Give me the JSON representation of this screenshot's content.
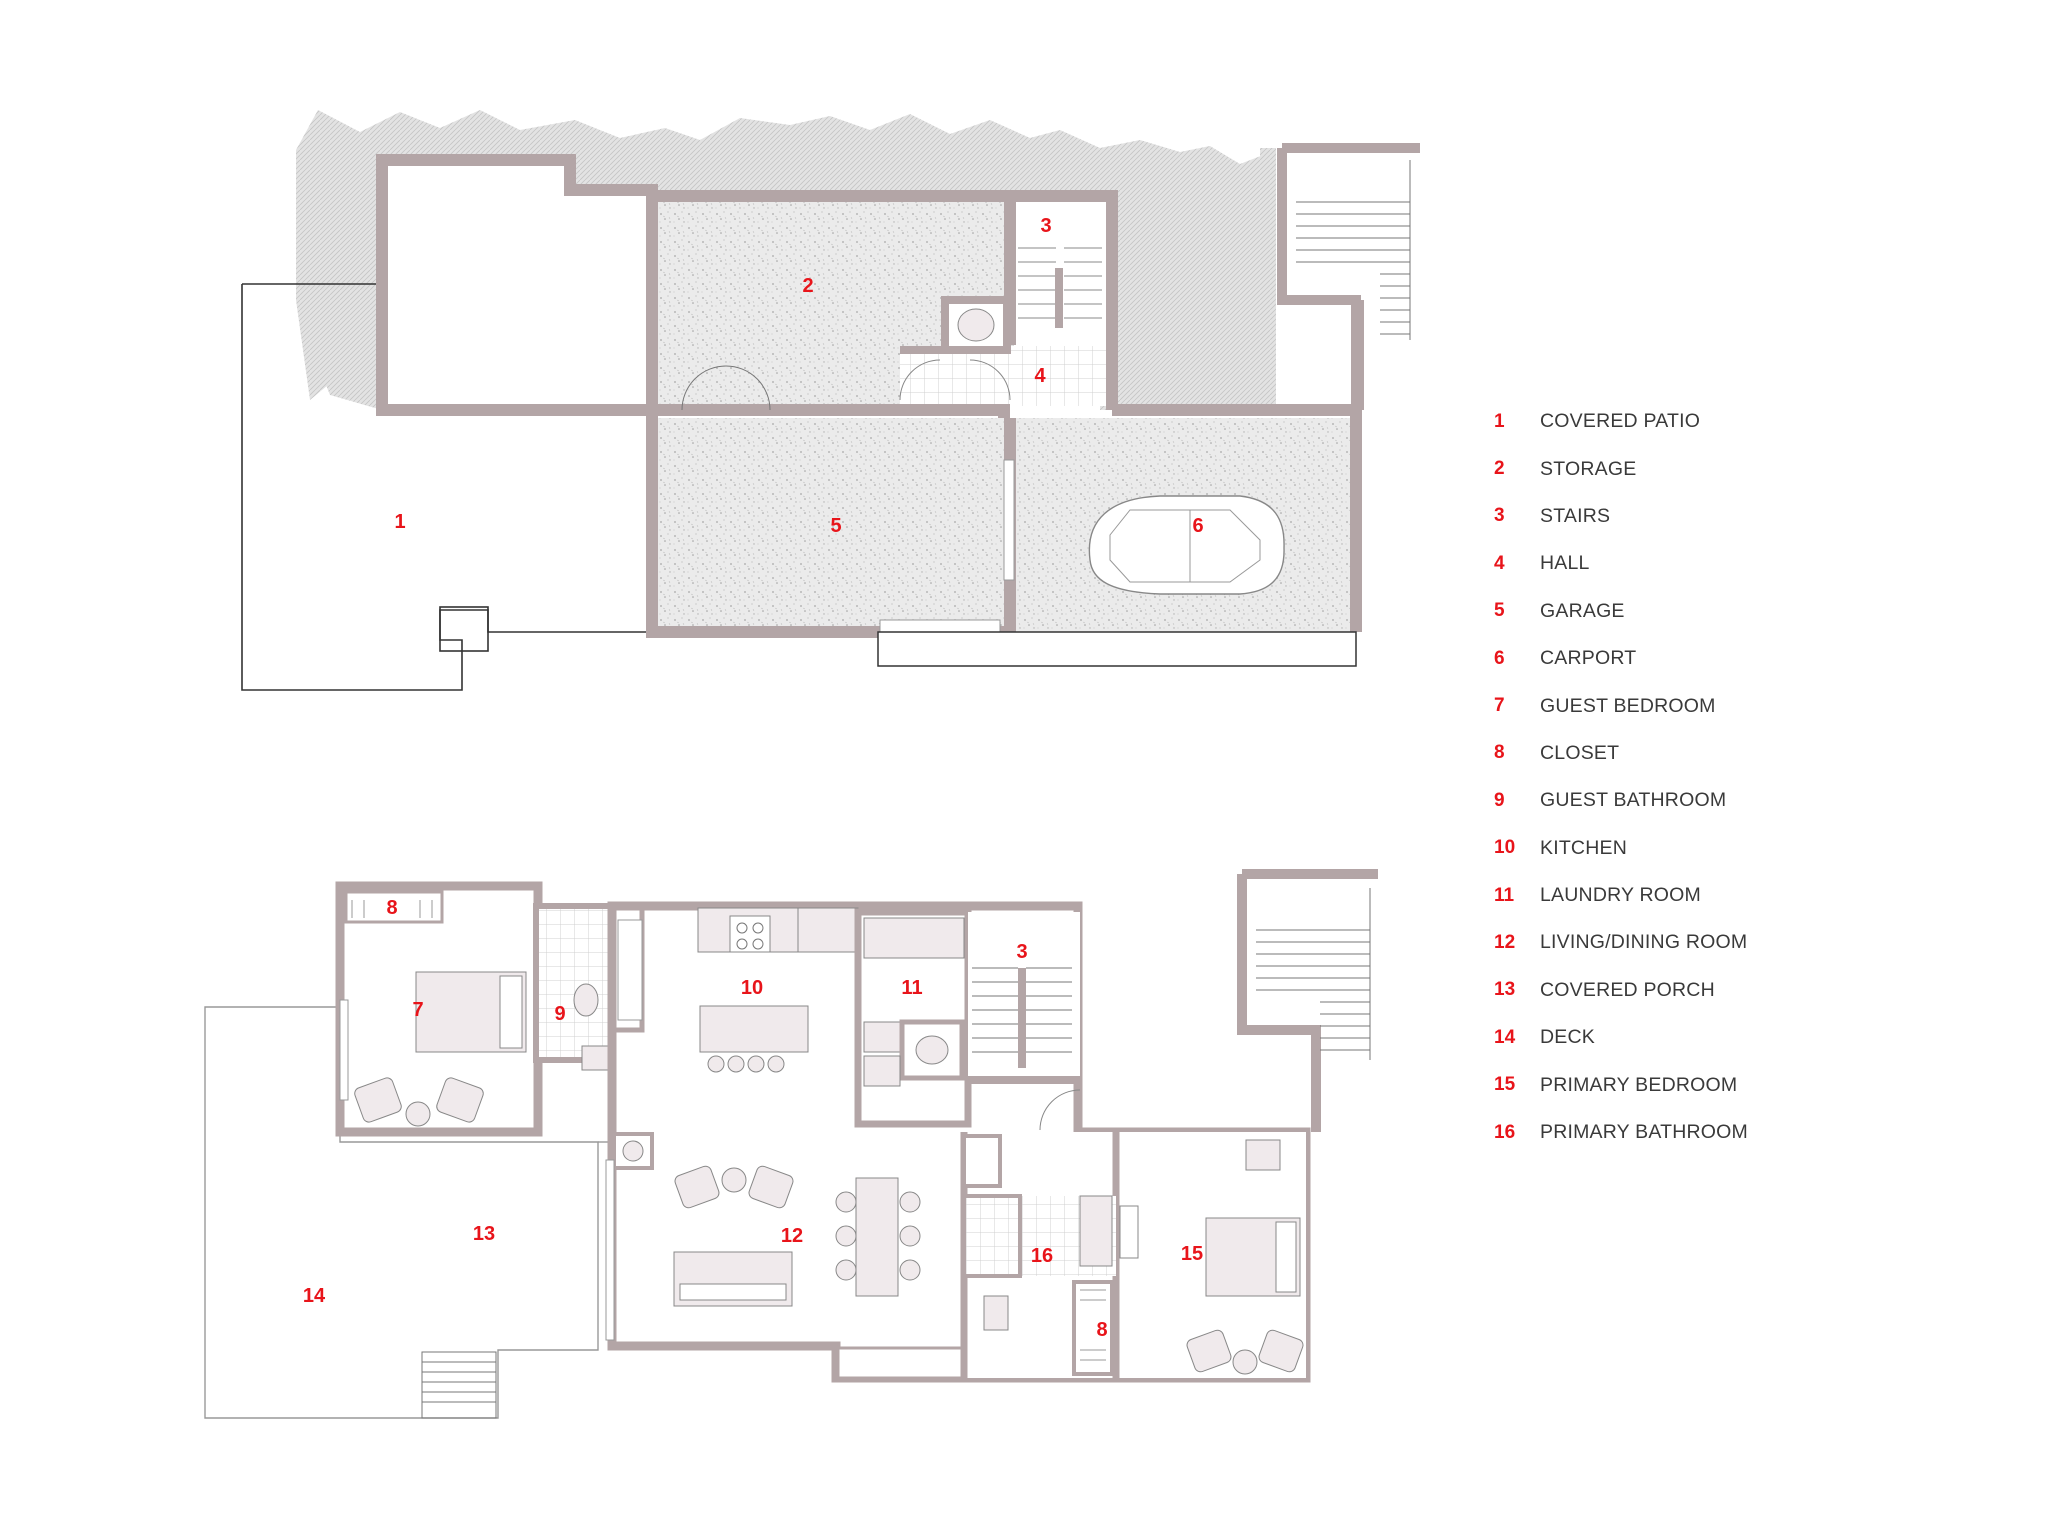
{
  "rooms": [
    {
      "num": "1",
      "name": "COVERED PATIO"
    },
    {
      "num": "2",
      "name": "STORAGE"
    },
    {
      "num": "3",
      "name": "STAIRS"
    },
    {
      "num": "4",
      "name": "HALL"
    },
    {
      "num": "5",
      "name": "GARAGE"
    },
    {
      "num": "6",
      "name": "CARPORT"
    },
    {
      "num": "7",
      "name": "GUEST BEDROOM"
    },
    {
      "num": "8",
      "name": "CLOSET"
    },
    {
      "num": "9",
      "name": "GUEST BATHROOM"
    },
    {
      "num": "10",
      "name": "KITCHEN"
    },
    {
      "num": "11",
      "name": "LAUNDRY ROOM"
    },
    {
      "num": "12",
      "name": "LIVING/DINING ROOM"
    },
    {
      "num": "13",
      "name": "COVERED PORCH"
    },
    {
      "num": "14",
      "name": "DECK"
    },
    {
      "num": "15",
      "name": "PRIMARY BEDROOM"
    },
    {
      "num": "16",
      "name": "PRIMARY BATHROOM"
    }
  ],
  "plan_labels": {
    "lower": {
      "covered_patio": "1",
      "storage": "2",
      "stairs": "3",
      "hall": "4",
      "garage": "5",
      "carport": "6"
    },
    "upper": {
      "guest_closet": "8",
      "guest_bedroom": "7",
      "guest_bath": "9",
      "kitchen": "10",
      "laundry": "11",
      "stairs": "3",
      "porch": "13",
      "deck": "14",
      "living": "12",
      "primary_bath": "16",
      "primary_bedroom": "15",
      "primary_closet": "8"
    }
  },
  "colors": {
    "wall": "#b3a5a6",
    "label": "#e8141a",
    "text": "#3a3a3a",
    "hatch": "#d4d4d4",
    "fixture": "#f0eaec"
  }
}
